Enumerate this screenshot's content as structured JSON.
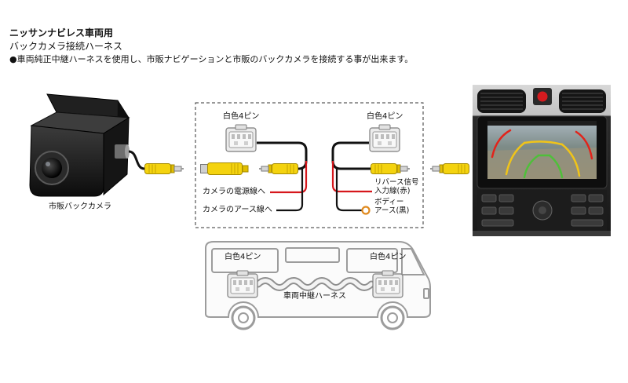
{
  "header": {
    "title": "ニッサンナビレス車両用",
    "subtitle": "バックカメラ接続ハーネス",
    "description": "●車両純正中継ハーネスを使用し、市販ナビゲーションと市販のバックカメラを接続する事が出来ます。"
  },
  "camera": {
    "label": "市販バックカメラ"
  },
  "harness": {
    "left": {
      "connector_label": "白色4ピン",
      "power_label": "カメラの電源線へ",
      "ground_label": "カメラのアース線へ"
    },
    "right": {
      "connector_label": "白色4ピン",
      "reverse_label": [
        "リバース信号",
        "入力線(赤)"
      ],
      "ground_label": [
        "ボディー",
        "アース(黒)"
      ]
    }
  },
  "vehicle": {
    "left_connector_label": "白色4ピン",
    "right_connector_label": "白色4ピン",
    "harness_label": "車両中継ハーネス"
  },
  "icons": {
    "camera": "backup-camera-icon",
    "rca_plug": "rca-plug-icon",
    "rca_jack": "rca-jack-icon",
    "four_pin_connector": "four-pin-connector-icon",
    "navigation_unit": "navigation-screen-icon",
    "vehicle": "van-outline-icon",
    "ground_terminal": "ring-terminal-icon"
  },
  "colors": {
    "rca_yellow": "#f4d30f",
    "power_wire_red": "#d6171c",
    "ground_wire_black": "#111111",
    "ground_terminal_orange": "#e08a1e",
    "connector_white": "#ececec"
  }
}
